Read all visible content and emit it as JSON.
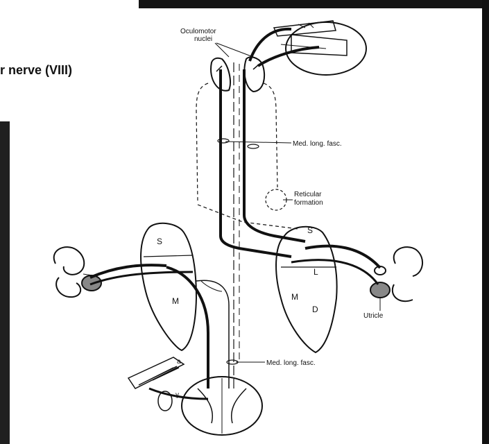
{
  "slide": {
    "title_fragment": "r nerve (VIII)"
  },
  "diagram": {
    "labels": {
      "oculomotor_nuclei_1": "Oculomotor",
      "oculomotor_nuclei_2": "nuclei",
      "mlf_upper": "Med. long. fasc.",
      "reticular_1": "Reticular",
      "reticular_2": "formation",
      "left_S": "S",
      "left_M": "M",
      "right_S": "S",
      "right_L": "L",
      "right_M": "M",
      "right_D": "D",
      "utricle": "Utricle",
      "mlf_lower": "Med. long. fasc.",
      "alpha": "a",
      "gamma": "γ"
    }
  }
}
